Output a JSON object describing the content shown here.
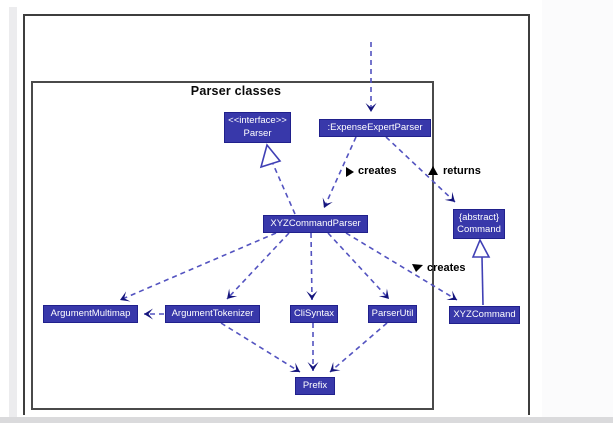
{
  "diagram": {
    "title": "Parser classes",
    "nodes": {
      "parser_interface": {
        "lines": [
          "<<interface>>",
          "Parser"
        ]
      },
      "expense_expert_parser": {
        "label": ":ExpenseExpertParser"
      },
      "xyz_command_parser": {
        "label": "XYZCommandParser"
      },
      "abstract_command": {
        "lines": [
          "{abstract}",
          "Command"
        ]
      },
      "argument_multimap": {
        "label": "ArgumentMultimap"
      },
      "argument_tokenizer": {
        "label": "ArgumentTokenizer"
      },
      "cli_syntax": {
        "label": "CliSyntax"
      },
      "parser_util": {
        "label": "ParserUtil"
      },
      "xyz_command": {
        "label": "XYZCommand"
      },
      "prefix": {
        "label": "Prefix"
      }
    },
    "edge_labels": {
      "creates_top": "creates",
      "returns": "returns",
      "creates_bottom": "creates"
    },
    "colors": {
      "node_fill": "#3838aa",
      "node_border": "#20208c",
      "edge_dashed": "#5353c0",
      "arrowhead": "#15157d",
      "frame": "#3e3e3e",
      "label_text": "#000000"
    }
  }
}
